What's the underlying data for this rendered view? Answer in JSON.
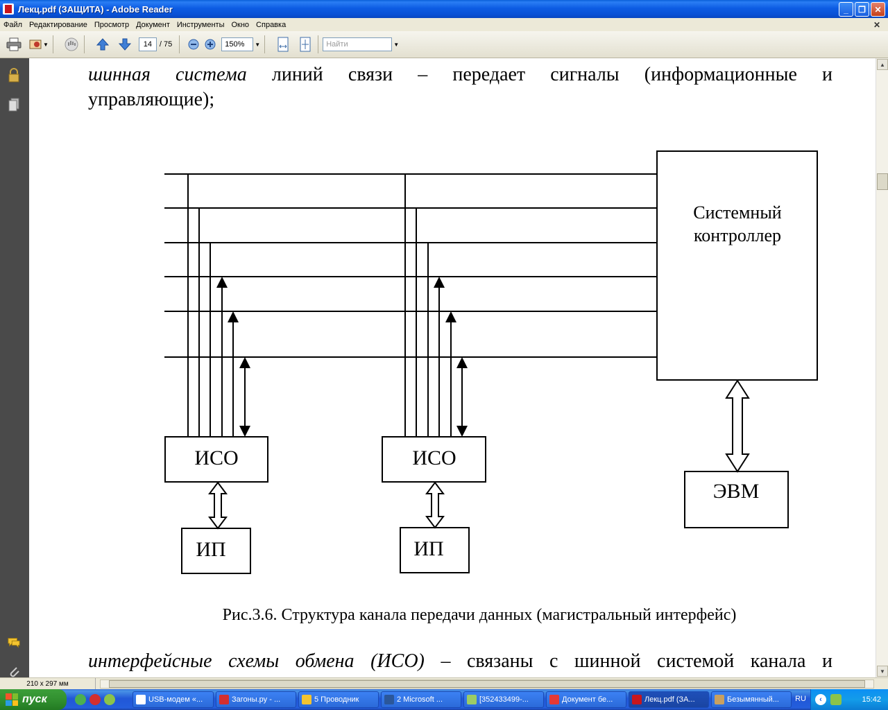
{
  "window": {
    "title": "Лекц.pdf (ЗАЩИТА) - Adobe Reader"
  },
  "menu": [
    "Файл",
    "Редактирование",
    "Просмотр",
    "Документ",
    "Инструменты",
    "Окно",
    "Справка"
  ],
  "toolbar": {
    "page_current": "14",
    "page_total": "/ 75",
    "zoom": "150%",
    "search_placeholder": "Найти"
  },
  "document": {
    "para1_italic": "шинная система",
    "para1_rest": "линий связи – передает сигналы (информационные и",
    "para1_line2": "управляющие);",
    "figure": {
      "controller_line1": "Системный",
      "controller_line2": "контроллер",
      "iso1": "ИСО",
      "iso2": "ИСО",
      "ip1": "ИП",
      "ip2": "ИП",
      "evm": "ЭВМ",
      "caption": "Рис.3.6. Структура канала передачи данных (магистральный интерфейс)"
    },
    "para2_italic": "интерфейсные схемы обмена (ИСО)",
    "para2_rest": "– связаны с шинной системой канала и"
  },
  "status": {
    "page_size": "210 x 297 мм"
  },
  "taskbar": {
    "start": "пуск",
    "tasks": [
      "USB-модем «...",
      "Загоны.ру - ...",
      "5 Проводник",
      "2 Microsoft ...",
      "[352433499-...",
      "Документ бе...",
      "Лекц.pdf (ЗА...",
      "Безымянный..."
    ],
    "lang": "RU",
    "clock": "15:42"
  }
}
